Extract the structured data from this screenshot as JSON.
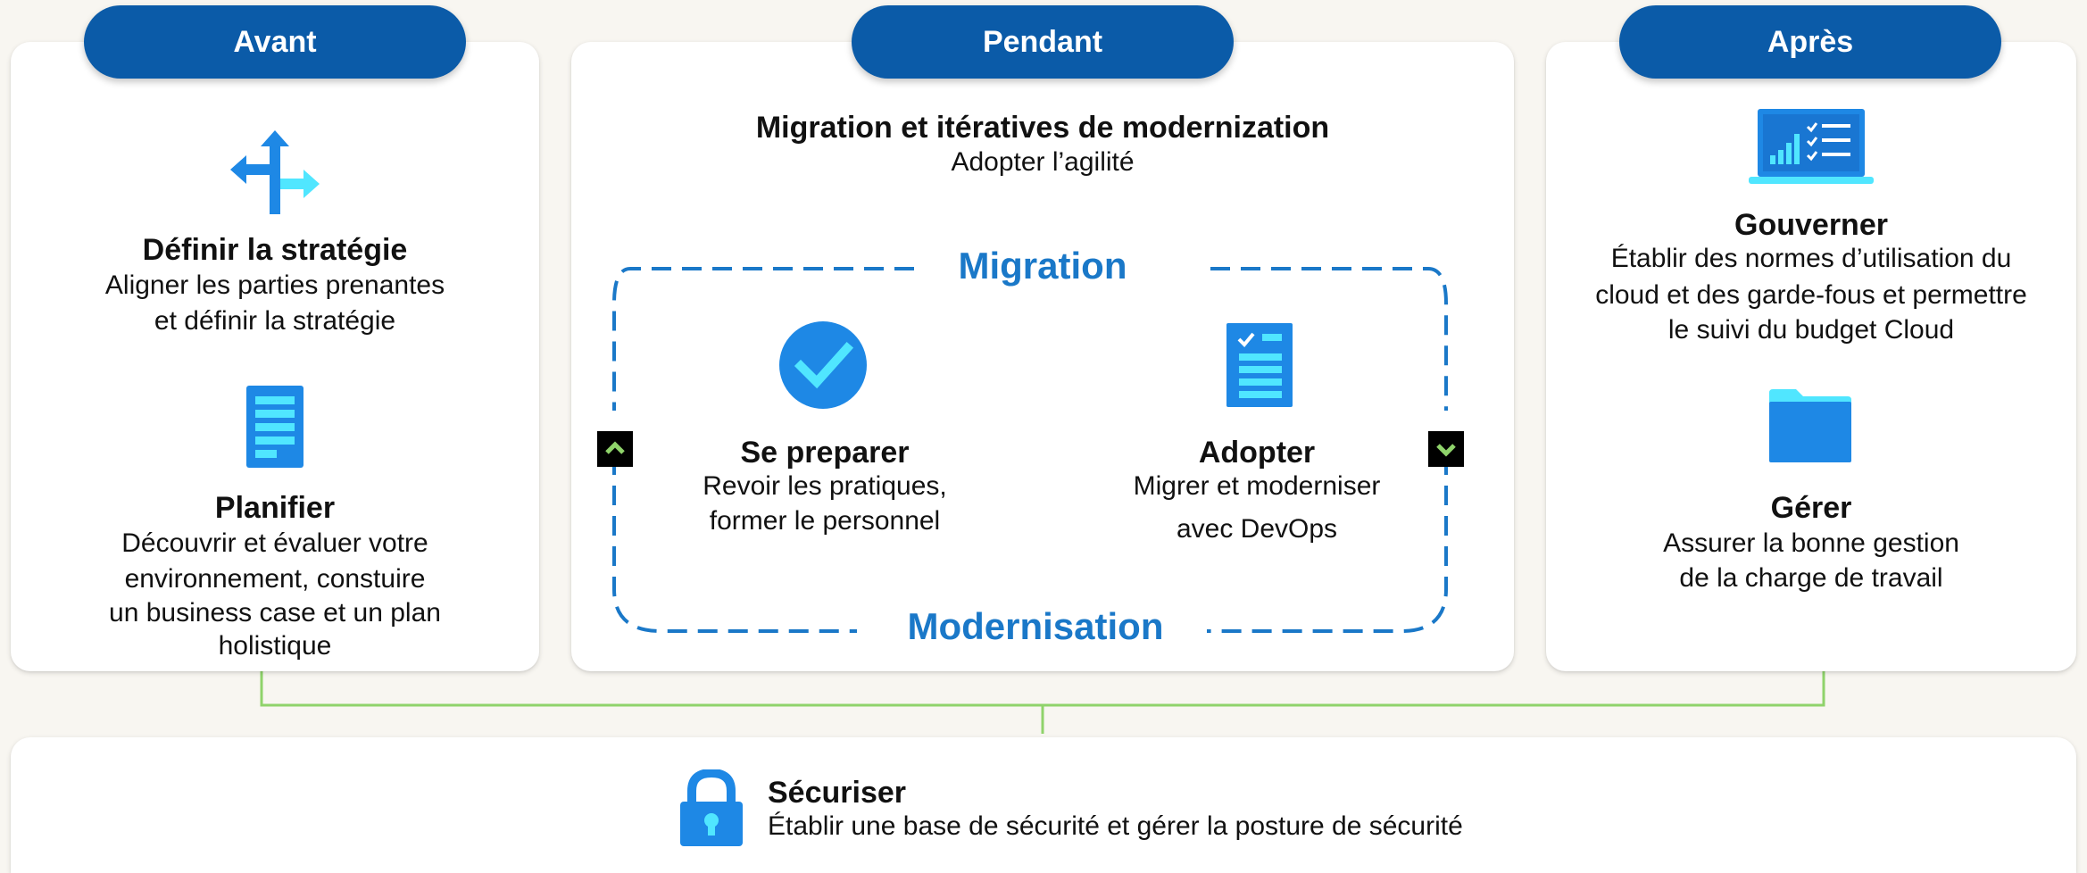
{
  "phases": {
    "before": "Avant",
    "during": "Pendant",
    "after": "Après"
  },
  "avant": {
    "strategy": {
      "icon": "split-arrows-icon",
      "title": "Définir la stratégie",
      "desc_line1": "Aligner les parties prenantes",
      "desc_line2": "et définir la stratégie"
    },
    "plan": {
      "icon": "document-list-icon",
      "title": "Planifier",
      "desc_line1": "Découvrir et évaluer votre",
      "desc_line2": "environnement, constuire",
      "desc_line3": "un business case et un plan",
      "desc_line4": "holistique"
    }
  },
  "pendant": {
    "title": "Migration et itératives de modernization",
    "subtitle": "Adopter l’agilité",
    "loop_top": "Migration",
    "loop_bottom": "Modernisation",
    "ready": {
      "icon": "checkmark-circle-icon",
      "title": "Se preparer",
      "desc_line1": "Revoir les pratiques,",
      "desc_line2": "former le personnel"
    },
    "adopt": {
      "icon": "checklist-document-icon",
      "title": "Adopter",
      "desc_line1": "Migrer et moderniser",
      "desc_line2": "avec DevOps"
    }
  },
  "apres": {
    "govern": {
      "icon": "laptop-dashboard-icon",
      "title": "Gouverner",
      "desc_line1": "Établir des normes d’utilisation du",
      "desc_line2": "cloud et des garde-fous et permettre",
      "desc_line3": "le suivi du budget Cloud"
    },
    "manage": {
      "icon": "folder-icon",
      "title": "Gérer",
      "desc_line1": "Assurer la bonne gestion",
      "desc_line2": "de la charge de travail"
    }
  },
  "secure": {
    "icon": "padlock-icon",
    "title": "Sécuriser",
    "desc": "Établir une base de sécurité et gérer la posture de sécurité"
  },
  "colors": {
    "phase_pill": "#0b5ba8",
    "loop_dash": "#1a78c8",
    "connector": "#8fd36b",
    "icon_blue": "#1e88e5",
    "icon_light": "#50e6ff",
    "arrow_badge_bg": "#000000",
    "arrow_badge_fg": "#8fd36b"
  }
}
